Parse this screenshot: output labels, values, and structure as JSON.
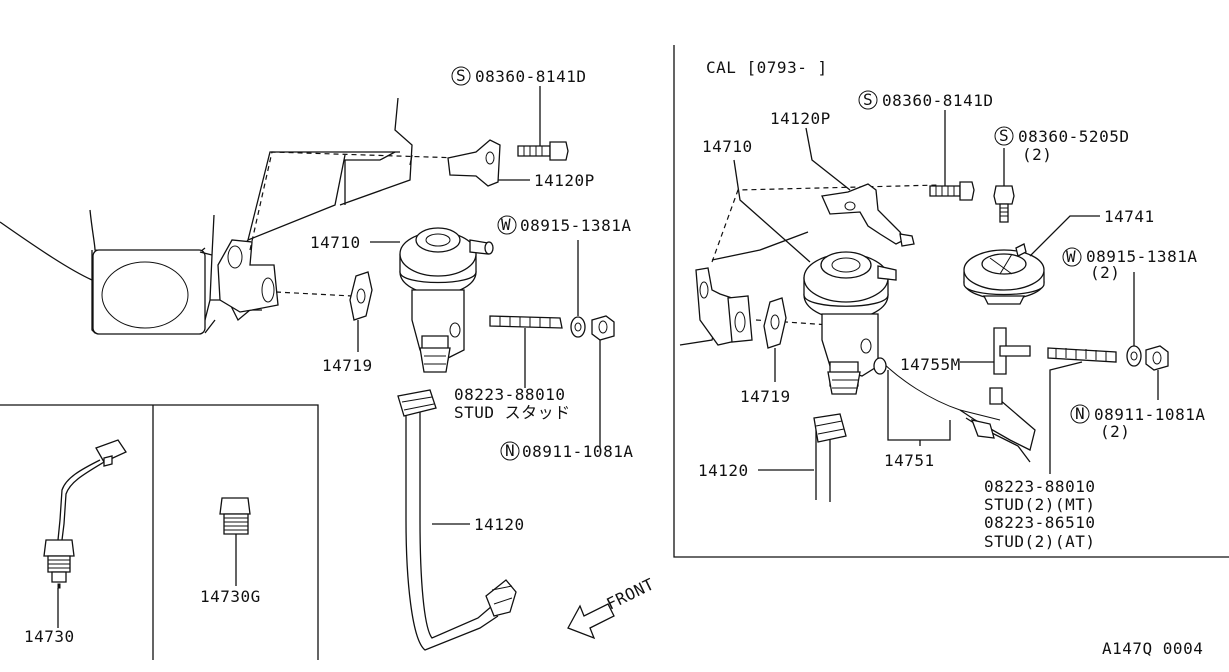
{
  "left": {
    "bolt_code": "08360-8141D",
    "bracket": "14120P",
    "valve": "14710",
    "washer_code": "08915-1381A",
    "gasket": "14719",
    "stud_code": "08223-88010",
    "stud_text": "STUD スタッド",
    "nut_code": "08911-1081A",
    "tube": "14120"
  },
  "inset_sensor": {
    "label": "14730"
  },
  "inset_plug": {
    "label": "14730G"
  },
  "right": {
    "cal": "CAL [0793-      ]",
    "bolt1_code": "08360-8141D",
    "bracket": "14120P",
    "bolt2_code": "08360-5205D",
    "bolt2_qty": "(2)",
    "valve": "14710",
    "modulator": "14741",
    "washer_code": "08915-1381A",
    "washer_qty": "(2)",
    "hose": "14755M",
    "gasket": "14719",
    "nut_code": "08911-1081A",
    "nut_qty": "(2)",
    "tube": "14120",
    "pipe": "14751",
    "stud1_code": "08223-88010",
    "stud1_text": "STUD(2)(MT)",
    "stud2_code": "08223-86510",
    "stud2_text": "STUD(2)(AT)"
  },
  "front_label": "FRONT",
  "diagram_id": "A147Q 0004",
  "symbols": {
    "s": "S",
    "w": "W",
    "n": "N"
  }
}
